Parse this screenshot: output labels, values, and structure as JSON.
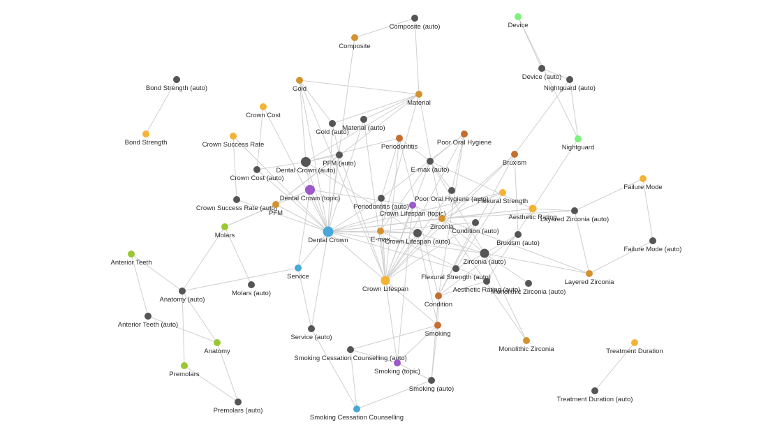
{
  "colors": {
    "entity_dark": "#555555",
    "material": "#d4922f",
    "outcome": "#f5b335",
    "condition": "#c46f2f",
    "topic": "#9b59c9",
    "anatomy": "#9ac832",
    "service": "#4aa8d8",
    "device": "#7ef07e",
    "edge": "#cfcfcf"
  },
  "nodes": [
    {
      "id": "composite_auto",
      "label": "Composite (auto)",
      "type": "entity_dark"
    },
    {
      "id": "composite",
      "label": "Composite",
      "type": "material"
    },
    {
      "id": "device",
      "label": "Device",
      "type": "device"
    },
    {
      "id": "device_auto",
      "label": "Device (auto)",
      "type": "entity_dark"
    },
    {
      "id": "nightguard_auto",
      "label": "Nightguard (auto)",
      "type": "entity_dark"
    },
    {
      "id": "nightguard",
      "label": "Nightguard",
      "type": "device"
    },
    {
      "id": "bond_strength_auto",
      "label": "Bond Strength (auto)",
      "type": "entity_dark"
    },
    {
      "id": "bond_strength",
      "label": "Bond Strength",
      "type": "outcome"
    },
    {
      "id": "gold",
      "label": "Gold",
      "type": "material"
    },
    {
      "id": "gold_auto",
      "label": "Gold (auto)",
      "type": "entity_dark"
    },
    {
      "id": "material",
      "label": "Material",
      "type": "material"
    },
    {
      "id": "material_auto",
      "label": "Material (auto)",
      "type": "entity_dark"
    },
    {
      "id": "crown_cost",
      "label": "Crown Cost",
      "type": "outcome"
    },
    {
      "id": "crown_success_rate",
      "label": "Crown Success Rate",
      "type": "outcome"
    },
    {
      "id": "periodontitis",
      "label": "Periodontitis",
      "type": "condition"
    },
    {
      "id": "poor_oral_hygiene",
      "label": "Poor Oral Hygiene",
      "type": "condition"
    },
    {
      "id": "pfm_auto",
      "label": "PFM (auto)",
      "type": "entity_dark"
    },
    {
      "id": "dental_crown_auto",
      "label": "Dental Crown (auto)",
      "type": "entity_dark"
    },
    {
      "id": "crown_cost_auto",
      "label": "Crown Cost (auto)",
      "type": "entity_dark"
    },
    {
      "id": "emax_auto",
      "label": "E-max (auto)",
      "type": "entity_dark"
    },
    {
      "id": "bruxism",
      "label": "Bruxism",
      "type": "condition"
    },
    {
      "id": "failure_mode",
      "label": "Failure Mode",
      "type": "outcome"
    },
    {
      "id": "dental_crown_topic",
      "label": "Dental Crown (topic)",
      "type": "topic"
    },
    {
      "id": "crown_success_rate_auto",
      "label": "Crown Success Rate (auto)",
      "type": "entity_dark"
    },
    {
      "id": "pfm",
      "label": "PFM",
      "type": "material"
    },
    {
      "id": "periodontitis_auto",
      "label": "Periodontitis (auto)",
      "type": "entity_dark"
    },
    {
      "id": "poor_oral_hygiene_auto",
      "label": "Poor Oral Hygiene (auto)",
      "type": "entity_dark"
    },
    {
      "id": "flexural_strength",
      "label": "Flexural Strength",
      "type": "outcome"
    },
    {
      "id": "crown_lifespan_topic",
      "label": "Crown Lifespan (topic)",
      "type": "topic"
    },
    {
      "id": "aesthetic_rating",
      "label": "Aesthetic Rating",
      "type": "outcome"
    },
    {
      "id": "layered_zirconia_auto",
      "label": "Layered Zirconia (auto)",
      "type": "entity_dark"
    },
    {
      "id": "zirconia",
      "label": "Zirconia",
      "type": "material"
    },
    {
      "id": "condition_auto",
      "label": "Condition (auto)",
      "type": "entity_dark"
    },
    {
      "id": "molars",
      "label": "Molars",
      "type": "anatomy"
    },
    {
      "id": "dental_crown",
      "label": "Dental Crown",
      "type": "service"
    },
    {
      "id": "emax",
      "label": "E-max",
      "type": "material"
    },
    {
      "id": "crown_lifespan_auto",
      "label": "Crown Lifespan (auto)",
      "type": "entity_dark"
    },
    {
      "id": "bruxism_auto",
      "label": "Bruxism (auto)",
      "type": "entity_dark"
    },
    {
      "id": "failure_mode_auto",
      "label": "Failure Mode (auto)",
      "type": "entity_dark"
    },
    {
      "id": "anterior_teeth",
      "label": "Anterior Teeth",
      "type": "anatomy"
    },
    {
      "id": "zirconia_auto",
      "label": "Zirconia (auto)",
      "type": "entity_dark"
    },
    {
      "id": "service",
      "label": "Service",
      "type": "service"
    },
    {
      "id": "layered_zirconia",
      "label": "Layered Zirconia",
      "type": "material"
    },
    {
      "id": "flexural_strength_auto",
      "label": "Flexural Strength (auto)",
      "type": "entity_dark"
    },
    {
      "id": "molars_auto",
      "label": "Molars (auto)",
      "type": "entity_dark"
    },
    {
      "id": "crown_lifespan",
      "label": "Crown Lifespan",
      "type": "outcome"
    },
    {
      "id": "aesthetic_rating_auto",
      "label": "Aesthetic Rating (auto)",
      "type": "entity_dark"
    },
    {
      "id": "monolithic_zirconia_auto",
      "label": "Monolithic Zirconia (auto)",
      "type": "entity_dark"
    },
    {
      "id": "anatomy_auto",
      "label": "Anatomy (auto)",
      "type": "entity_dark"
    },
    {
      "id": "condition",
      "label": "Condition",
      "type": "condition"
    },
    {
      "id": "anterior_teeth_auto",
      "label": "Anterior Teeth (auto)",
      "type": "entity_dark"
    },
    {
      "id": "smoking",
      "label": "Smoking",
      "type": "condition"
    },
    {
      "id": "service_auto",
      "label": "Service (auto)",
      "type": "entity_dark"
    },
    {
      "id": "anatomy",
      "label": "Anatomy",
      "type": "anatomy"
    },
    {
      "id": "monolithic_zirconia",
      "label": "Monolithic Zirconia",
      "type": "material"
    },
    {
      "id": "treatment_duration",
      "label": "Treatment Duration",
      "type": "outcome"
    },
    {
      "id": "smoking_cessation_counselling_auto",
      "label": "Smoking Cessation Counselling (auto)",
      "type": "entity_dark"
    },
    {
      "id": "premolars",
      "label": "Premolars",
      "type": "anatomy"
    },
    {
      "id": "smoking_topic",
      "label": "Smoking (topic)",
      "type": "topic"
    },
    {
      "id": "smoking_auto",
      "label": "Smoking (auto)",
      "type": "entity_dark"
    },
    {
      "id": "treatment_duration_auto",
      "label": "Treatment Duration (auto)",
      "type": "entity_dark"
    },
    {
      "id": "premolars_auto",
      "label": "Premolars (auto)",
      "type": "entity_dark"
    },
    {
      "id": "smoking_cessation_counselling",
      "label": "Smoking Cessation Counselling",
      "type": "service"
    }
  ],
  "edges": [
    [
      "composite_auto",
      "composite"
    ],
    [
      "composite_auto",
      "material"
    ],
    [
      "composite",
      "dental_crown"
    ],
    [
      "device",
      "device_auto"
    ],
    [
      "device",
      "nightguard"
    ],
    [
      "device_auto",
      "nightguard_auto"
    ],
    [
      "nightguard_auto",
      "nightguard"
    ],
    [
      "nightguard_auto",
      "bruxism"
    ],
    [
      "nightguard",
      "aesthetic_rating"
    ],
    [
      "bond_strength_auto",
      "bond_strength"
    ],
    [
      "gold",
      "dental_crown_auto"
    ],
    [
      "gold",
      "gold_auto"
    ],
    [
      "gold",
      "material"
    ],
    [
      "gold",
      "dental_crown"
    ],
    [
      "gold",
      "crown_lifespan"
    ],
    [
      "gold_auto",
      "material"
    ],
    [
      "gold_auto",
      "dental_crown"
    ],
    [
      "material",
      "material_auto"
    ],
    [
      "material",
      "emax"
    ],
    [
      "material",
      "zirconia"
    ],
    [
      "material",
      "pfm"
    ],
    [
      "material",
      "dental_crown_auto"
    ],
    [
      "material_auto",
      "dental_crown"
    ],
    [
      "material_auto",
      "crown_lifespan"
    ],
    [
      "crown_cost",
      "crown_cost_auto"
    ],
    [
      "crown_cost",
      "dental_crown"
    ],
    [
      "crown_success_rate",
      "crown_success_rate_auto"
    ],
    [
      "crown_success_rate",
      "dental_crown"
    ],
    [
      "periodontitis",
      "periodontitis_auto"
    ],
    [
      "periodontitis",
      "crown_lifespan"
    ],
    [
      "periodontitis",
      "condition"
    ],
    [
      "periodontitis",
      "dental_crown_auto"
    ],
    [
      "poor_oral_hygiene",
      "poor_oral_hygiene_auto"
    ],
    [
      "poor_oral_hygiene",
      "crown_lifespan"
    ],
    [
      "poor_oral_hygiene",
      "condition"
    ],
    [
      "poor_oral_hygiene",
      "periodontitis_auto"
    ],
    [
      "pfm_auto",
      "pfm"
    ],
    [
      "pfm_auto",
      "dental_crown"
    ],
    [
      "pfm_auto",
      "crown_lifespan"
    ],
    [
      "dental_crown_auto",
      "dental_crown_topic"
    ],
    [
      "dental_crown_auto",
      "dental_crown"
    ],
    [
      "dental_crown_auto",
      "crown_lifespan_auto"
    ],
    [
      "crown_cost_auto",
      "dental_crown"
    ],
    [
      "emax_auto",
      "emax"
    ],
    [
      "emax_auto",
      "crown_lifespan"
    ],
    [
      "emax_auto",
      "aesthetic_rating"
    ],
    [
      "emax_auto",
      "zirconia_auto"
    ],
    [
      "bruxism",
      "bruxism_auto"
    ],
    [
      "bruxism",
      "crown_lifespan"
    ],
    [
      "bruxism",
      "condition"
    ],
    [
      "bruxism",
      "zirconia"
    ],
    [
      "failure_mode",
      "failure_mode_auto"
    ],
    [
      "failure_mode",
      "layered_zirconia_auto"
    ],
    [
      "dental_crown_topic",
      "dental_crown"
    ],
    [
      "dental_crown_topic",
      "crown_lifespan_topic"
    ],
    [
      "dental_crown_topic",
      "molars"
    ],
    [
      "dental_crown_topic",
      "service"
    ],
    [
      "crown_success_rate_auto",
      "dental_crown"
    ],
    [
      "pfm",
      "molars"
    ],
    [
      "pfm",
      "dental_crown"
    ],
    [
      "periodontitis_auto",
      "crown_lifespan"
    ],
    [
      "periodontitis_auto",
      "dental_crown"
    ],
    [
      "poor_oral_hygiene_auto",
      "crown_lifespan"
    ],
    [
      "flexural_strength",
      "zirconia"
    ],
    [
      "flexural_strength",
      "flexural_strength_auto"
    ],
    [
      "flexural_strength",
      "dental_crown"
    ],
    [
      "crown_lifespan_topic",
      "crown_lifespan"
    ],
    [
      "crown_lifespan_topic",
      "smoking_topic"
    ],
    [
      "crown_lifespan_topic",
      "dental_crown"
    ],
    [
      "aesthetic_rating",
      "aesthetic_rating_auto"
    ],
    [
      "aesthetic_rating",
      "layered_zirconia_auto"
    ],
    [
      "aesthetic_rating",
      "dental_crown"
    ],
    [
      "aesthetic_rating",
      "zirconia"
    ],
    [
      "layered_zirconia_auto",
      "layered_zirconia"
    ],
    [
      "layered_zirconia_auto",
      "zirconia"
    ],
    [
      "zirconia",
      "zirconia_auto"
    ],
    [
      "zirconia",
      "monolithic_zirconia"
    ],
    [
      "zirconia",
      "layered_zirconia"
    ],
    [
      "zirconia",
      "dental_crown"
    ],
    [
      "zirconia",
      "crown_lifespan"
    ],
    [
      "condition_auto",
      "condition"
    ],
    [
      "condition_auto",
      "crown_lifespan"
    ],
    [
      "molars",
      "molars_auto"
    ],
    [
      "molars",
      "anatomy_auto"
    ],
    [
      "dental_crown",
      "emax"
    ],
    [
      "dental_crown",
      "crown_lifespan"
    ],
    [
      "dental_crown",
      "service"
    ],
    [
      "dental_crown",
      "crown_lifespan_auto"
    ],
    [
      "dental_crown",
      "zirconia_auto"
    ],
    [
      "dental_crown",
      "service_auto"
    ],
    [
      "emax",
      "crown_lifespan_auto"
    ],
    [
      "emax",
      "crown_lifespan"
    ],
    [
      "emax",
      "aesthetic_rating_auto"
    ],
    [
      "crown_lifespan_auto",
      "crown_lifespan"
    ],
    [
      "crown_lifespan_auto",
      "smoking"
    ],
    [
      "crown_lifespan_auto",
      "zirconia_auto"
    ],
    [
      "bruxism_auto",
      "zirconia_auto"
    ],
    [
      "bruxism_auto",
      "condition"
    ],
    [
      "failure_mode_auto",
      "layered_zirconia"
    ],
    [
      "anterior_teeth",
      "anterior_teeth_auto"
    ],
    [
      "anterior_teeth",
      "anatomy_auto"
    ],
    [
      "zirconia_auto",
      "monolithic_zirconia_auto"
    ],
    [
      "zirconia_auto",
      "flexural_strength_auto"
    ],
    [
      "zirconia_auto",
      "layered_zirconia"
    ],
    [
      "zirconia_auto",
      "monolithic_zirconia"
    ],
    [
      "service",
      "service_auto"
    ],
    [
      "service",
      "anatomy_auto"
    ],
    [
      "service_auto",
      "smoking_cessation_counselling"
    ],
    [
      "crown_lifespan",
      "smoking_topic"
    ],
    [
      "crown_lifespan",
      "smoking"
    ],
    [
      "aesthetic_rating_auto",
      "condition"
    ],
    [
      "anatomy_auto",
      "anatomy"
    ],
    [
      "anatomy_auto",
      "premolars"
    ],
    [
      "condition",
      "smoking"
    ],
    [
      "condition",
      "smoking_auto"
    ],
    [
      "anterior_teeth_auto",
      "anatomy"
    ],
    [
      "smoking",
      "smoking_cessation_counselling_auto"
    ],
    [
      "smoking",
      "smoking_topic"
    ],
    [
      "smoking",
      "smoking_auto"
    ],
    [
      "anatomy",
      "premolars_auto"
    ],
    [
      "treatment_duration",
      "treatment_duration_auto"
    ],
    [
      "smoking_cessation_counselling_auto",
      "smoking_cessation_counselling"
    ],
    [
      "smoking_cessation_counselling_auto",
      "smoking_topic"
    ],
    [
      "smoking_topic",
      "smoking_auto"
    ],
    [
      "smoking_auto",
      "smoking_cessation_counselling"
    ],
    [
      "premolars",
      "premolars_auto"
    ],
    [
      "dental_crown_auto",
      "pfm_auto"
    ],
    [
      "dental_crown_auto",
      "crown_cost_auto"
    ],
    [
      "gold_auto",
      "pfm_auto"
    ],
    [
      "emax_auto",
      "poor_oral_hygiene_auto"
    ],
    [
      "periodontitis",
      "emax_auto"
    ],
    [
      "poor_oral_hygiene",
      "emax_auto"
    ],
    [
      "crown_lifespan_topic",
      "zirconia"
    ],
    [
      "emax",
      "condition_auto"
    ],
    [
      "dental_crown",
      "flexural_strength_auto"
    ]
  ]
}
